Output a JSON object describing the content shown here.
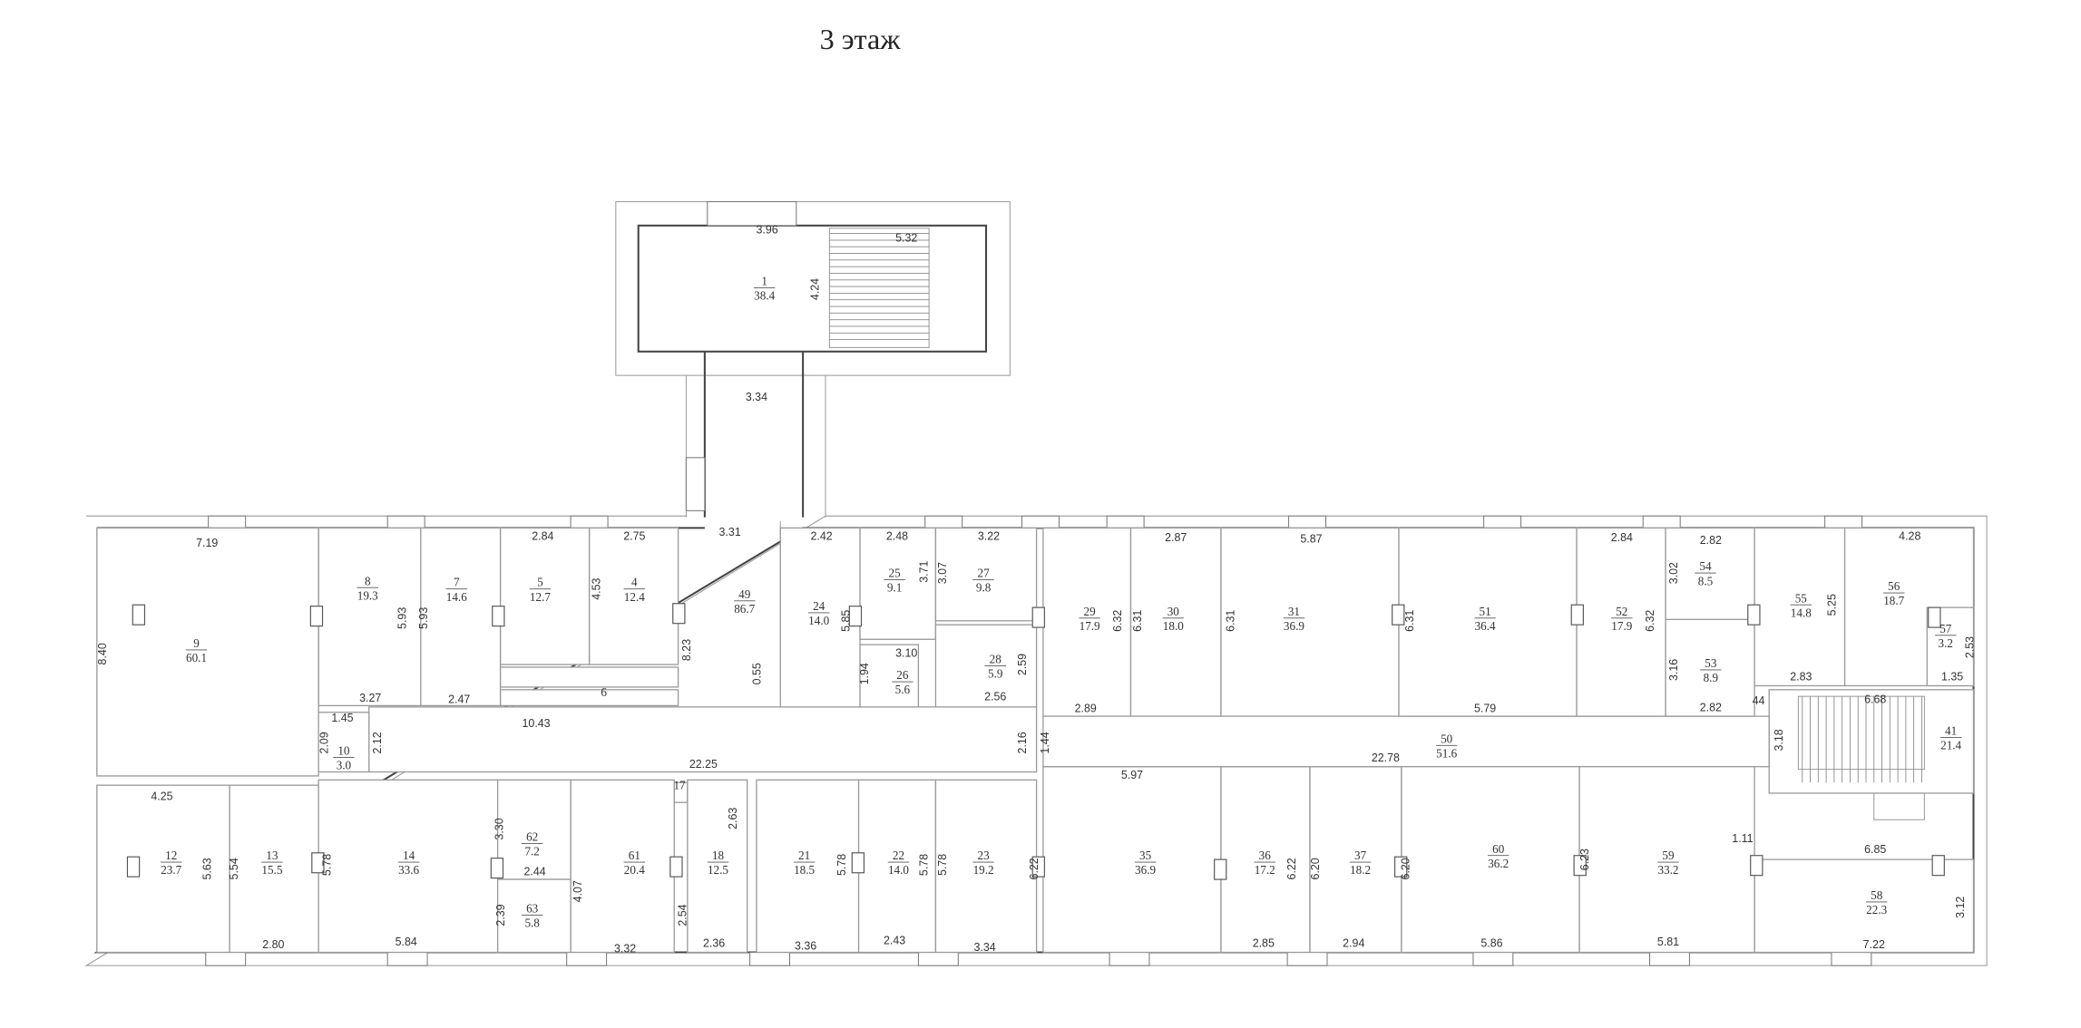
{
  "title": "3 этаж",
  "rooms": [
    {
      "id": "1",
      "area": "38.4"
    },
    {
      "id": "4",
      "area": "12.4"
    },
    {
      "id": "5",
      "area": "12.7"
    },
    {
      "id": "6",
      "area": ""
    },
    {
      "id": "7",
      "area": "14.6"
    },
    {
      "id": "8",
      "area": "19.3"
    },
    {
      "id": "9",
      "area": "60.1"
    },
    {
      "id": "10",
      "area": "3.0"
    },
    {
      "id": "12",
      "area": "23.7"
    },
    {
      "id": "13",
      "area": "15.5"
    },
    {
      "id": "14",
      "area": "33.6"
    },
    {
      "id": "17",
      "area": ""
    },
    {
      "id": "18",
      "area": "12.5"
    },
    {
      "id": "21",
      "area": "18.5"
    },
    {
      "id": "22",
      "area": "14.0"
    },
    {
      "id": "23",
      "area": "19.2"
    },
    {
      "id": "24",
      "area": "14.0"
    },
    {
      "id": "25",
      "area": "9.1"
    },
    {
      "id": "26",
      "area": "5.6"
    },
    {
      "id": "27",
      "area": "9.8"
    },
    {
      "id": "28",
      "area": "5.9"
    },
    {
      "id": "29",
      "area": "17.9"
    },
    {
      "id": "30",
      "area": "18.0"
    },
    {
      "id": "31",
      "area": "36.9"
    },
    {
      "id": "35",
      "area": "36.9"
    },
    {
      "id": "36",
      "area": "17.2"
    },
    {
      "id": "37",
      "area": "18.2"
    },
    {
      "id": "41",
      "area": "21.4"
    },
    {
      "id": "49",
      "area": "86.7"
    },
    {
      "id": "50",
      "area": "51.6"
    },
    {
      "id": "51",
      "area": "36.4"
    },
    {
      "id": "52",
      "area": "17.9"
    },
    {
      "id": "53",
      "area": "8.9"
    },
    {
      "id": "54",
      "area": "8.5"
    },
    {
      "id": "55",
      "area": "14.8"
    },
    {
      "id": "56",
      "area": "18.7"
    },
    {
      "id": "57",
      "area": "3.2"
    },
    {
      "id": "58",
      "area": "22.3"
    },
    {
      "id": "59",
      "area": "33.2"
    },
    {
      "id": "60",
      "area": "36.2"
    },
    {
      "id": "61",
      "area": "20.4"
    },
    {
      "id": "62",
      "area": "7.2"
    },
    {
      "id": "63",
      "area": "5.8"
    }
  ],
  "dimensions": [
    "3.96",
    "5.32",
    "4.24",
    "3.34",
    "7.19",
    "8.40",
    "5.93",
    "3.27",
    "5.93",
    "2.47",
    "2.84",
    "2.75",
    "4.53",
    "8.23",
    "10.43",
    "1.45",
    "2.09",
    "2.12",
    "3.31",
    "0.55",
    "22.25",
    "2.42",
    "5.85",
    "2.48",
    "3.71",
    "3.22",
    "3.07",
    "3.10",
    "1.94",
    "2.59",
    "2.56",
    "6.32",
    "2.89",
    "6.31",
    "2.87",
    "6.31",
    "5.87",
    "6.31",
    "5.79",
    "6.32",
    "2.84",
    "2.82",
    "3.02",
    "3.16",
    "2.82",
    "44",
    "5.25",
    "2.83",
    "4.28",
    "2.53",
    "1.35",
    "6.68",
    "3.18",
    "22.78",
    "2.16",
    "1.44",
    "4.25",
    "5.63",
    "5.54",
    "2.80",
    "5.78",
    "5.84",
    "3.30",
    "2.44",
    "2.39",
    "4.07",
    "3.32",
    "2.63",
    "2.54",
    "2.36",
    "5.78",
    "3.36",
    "5.78",
    "2.43",
    "5.78",
    "3.34",
    "6.22",
    "5.97",
    "6.22",
    "2.85",
    "6.20",
    "2.94",
    "6.20",
    "5.86",
    "6.23",
    "5.81",
    "6.85",
    "3.12",
    "7.22",
    "1.11"
  ]
}
